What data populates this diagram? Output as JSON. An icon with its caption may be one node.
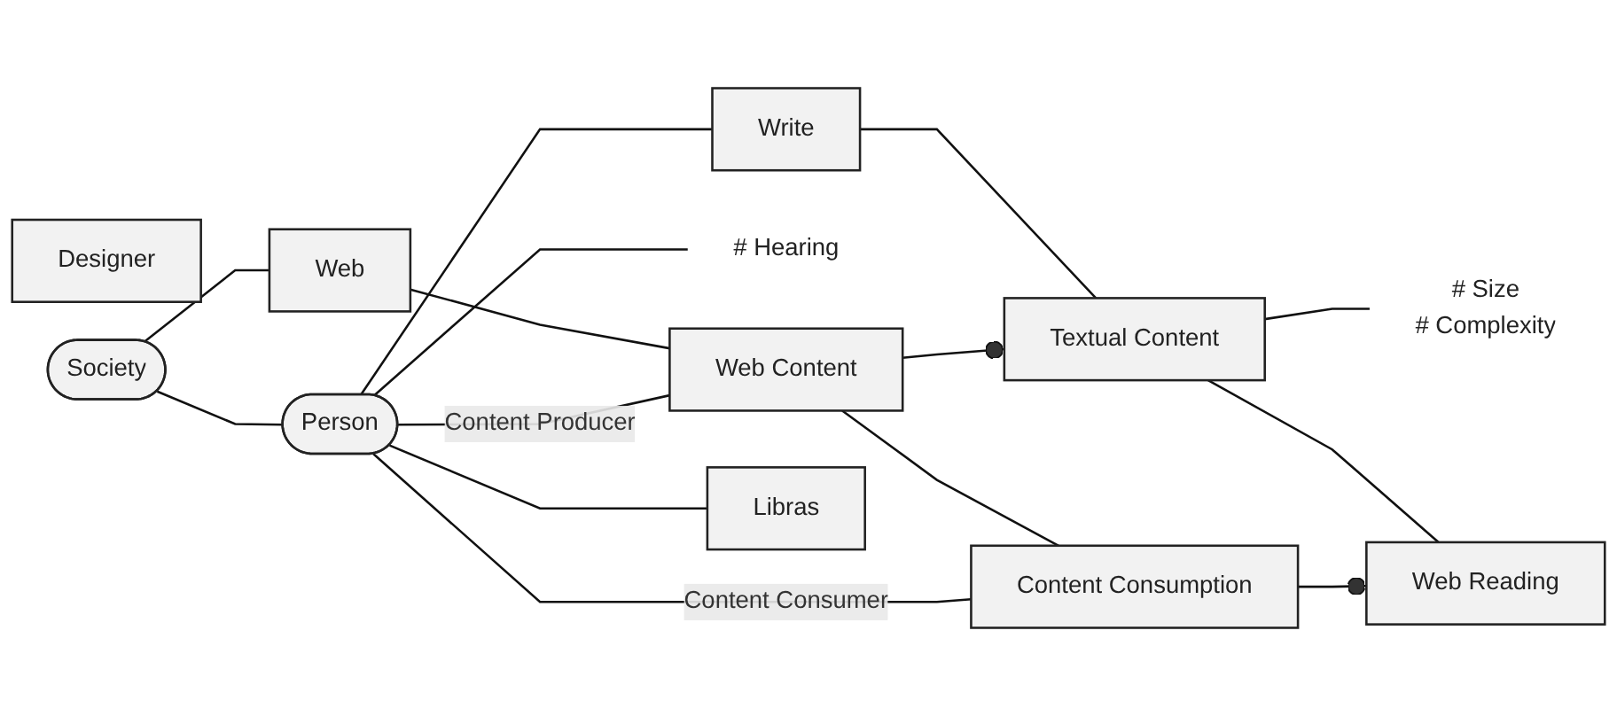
{
  "diagram": {
    "nodes": [
      {
        "text": [
          "Web"
        ]
      },
      {
        "text": [
          "Web Content"
        ]
      },
      {
        "text": [
          "# Size",
          "# Complexity"
        ]
      },
      {
        "text": [
          "# Hearing"
        ]
      },
      {
        "text": [
          "Designer"
        ]
      },
      {
        "text": [
          "Textual Content"
        ]
      },
      {
        "text": [
          "Society"
        ]
      },
      {
        "text": [
          "Write"
        ]
      },
      {
        "text": [
          "Person"
        ]
      },
      {
        "text": [
          "Content Consumption"
        ]
      },
      {
        "text": [
          "Libras"
        ]
      },
      {
        "text": [
          "Web Reading"
        ]
      }
    ],
    "edges": [
      {
        "from": 6,
        "to": 0,
        "arrow": "none"
      },
      {
        "from": 0,
        "to": 1,
        "arrow": "none"
      },
      {
        "from": 6,
        "to": 8,
        "arrow": "none"
      },
      {
        "from": 8,
        "to": 3,
        "arrow": "none"
      },
      {
        "from": 8,
        "to": 1,
        "arrow": "none",
        "label": "Content Producer"
      },
      {
        "from": 8,
        "to": 7,
        "arrow": "none"
      },
      {
        "from": 7,
        "to": 5,
        "arrow": "none"
      },
      {
        "from": 1,
        "to": 5,
        "arrow": "other"
      },
      {
        "from": 1,
        "to": 9,
        "arrow": "none"
      },
      {
        "from": 5,
        "to": 2,
        "arrow": "none"
      },
      {
        "from": 5,
        "to": 11,
        "arrow": "none"
      },
      {
        "from": 8,
        "to": 9,
        "arrow": "none",
        "label": "Content Consumer"
      },
      {
        "from": 9,
        "to": 11,
        "arrow": "other"
      },
      {
        "from": 8,
        "to": 10,
        "arrow": "none"
      }
    ]
  }
}
